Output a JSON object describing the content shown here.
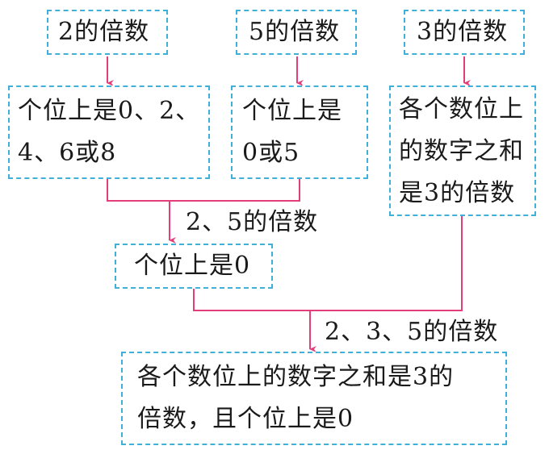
{
  "headers": {
    "two": "2的倍数",
    "five": "5的倍数",
    "three": "3的倍数"
  },
  "rules": {
    "two_line1": "个位上是0、2、",
    "two_line2": "4、6或8",
    "five_line1": "个位上是",
    "five_line2": "0或5",
    "three_line1": "各个数位上",
    "three_line2": "的数字之和",
    "three_line3": "是3的倍数"
  },
  "combined_2_5": {
    "label": "2、5的倍数",
    "rule": "个位上是0"
  },
  "combined_2_3_5": {
    "label": "2、3、5的倍数",
    "rule_line1": "各个数位上的数字之和是3的",
    "rule_line2": "倍数，且个位上是0"
  },
  "colors": {
    "box_border": "#3fb1d6",
    "arrow": "#e33e7a",
    "text": "#1a1a1a"
  }
}
